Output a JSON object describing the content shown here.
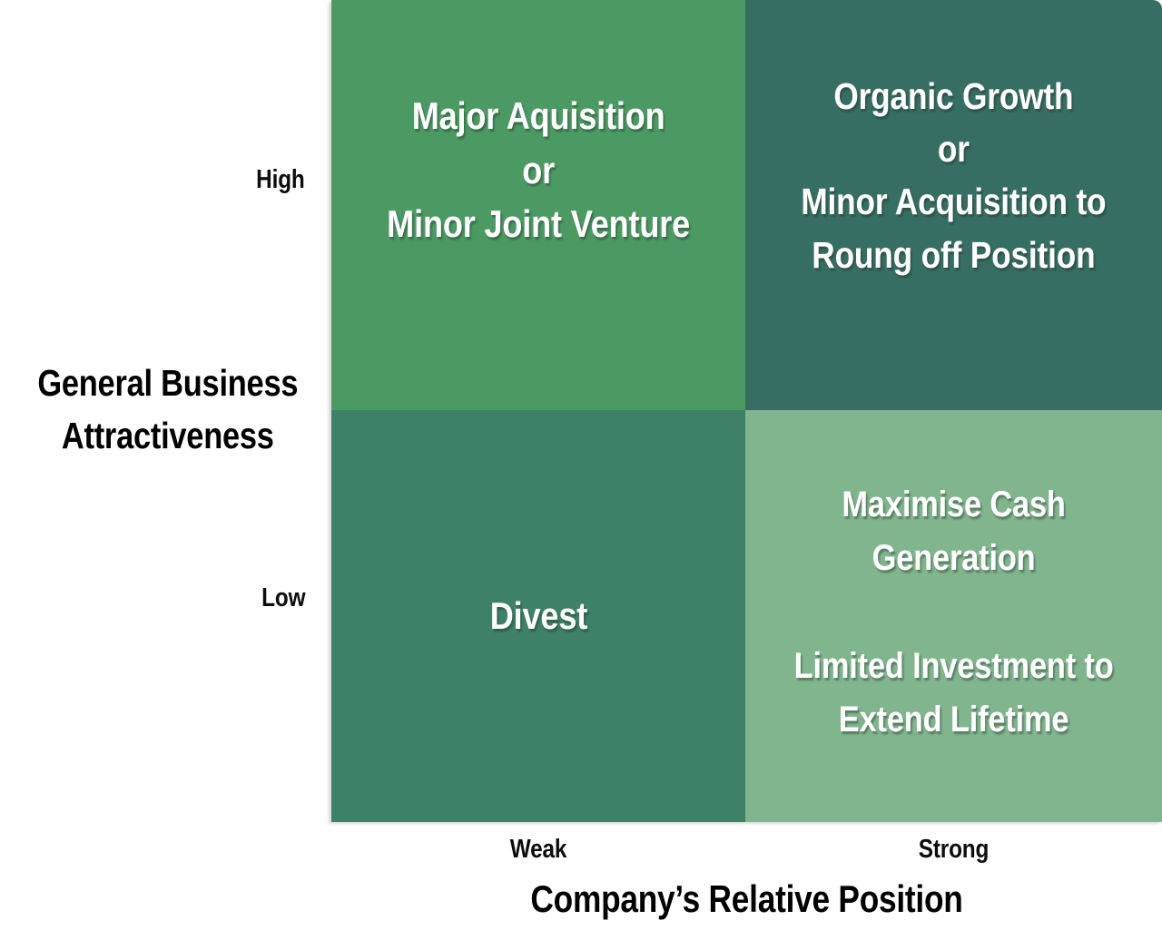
{
  "chart_data": {
    "type": "table",
    "title": "",
    "xlabel": "Company’s Relative Position",
    "ylabel": "General Business Attractiveness",
    "x_ticks": [
      "Weak",
      "Strong"
    ],
    "y_ticks": [
      "High",
      "Low"
    ],
    "legend": [],
    "grid": false,
    "cells": [
      {
        "row": "High",
        "col": "Weak",
        "label": "Major Aquisition\nor\nMinor Joint Venture",
        "color": "#4C9A63"
      },
      {
        "row": "High",
        "col": "Strong",
        "label": "Organic Growth\nor\nMinor Acquisition to\nRoung off Position",
        "color": "#376E63"
      },
      {
        "row": "Low",
        "col": "Weak",
        "label": "Divest",
        "color": "#3E8168"
      },
      {
        "row": "Low",
        "col": "Strong",
        "label": "Maximise Cash\nGeneration\n\nLimited Investment to\nExtend Lifetime",
        "color": "#81B58E"
      }
    ]
  },
  "matrix": {
    "quadrants": {
      "top_left": {
        "text": "Major Aquisition\nor\nMinor Joint Venture",
        "color": "#4C9A63"
      },
      "top_right": {
        "text": "Organic Growth\nor\nMinor Acquisition to\nRoung off Position",
        "color": "#376E63"
      },
      "bottom_left": {
        "text": "Divest",
        "color": "#3E8168"
      },
      "bottom_right": {
        "text": "Maximise Cash\nGeneration\n\nLimited Investment to\nExtend Lifetime",
        "color": "#81B58E"
      }
    }
  },
  "axes": {
    "y": {
      "title": "General Business\nAttractiveness",
      "high_label": "High",
      "low_label": "Low"
    },
    "x": {
      "title": "Company’s Relative Position",
      "weak_label": "Weak",
      "strong_label": "Strong"
    }
  },
  "colors": {
    "text_on_quadrant": "#FFFFFF",
    "axis_text": "#000000",
    "background": "#FFFFFF"
  }
}
